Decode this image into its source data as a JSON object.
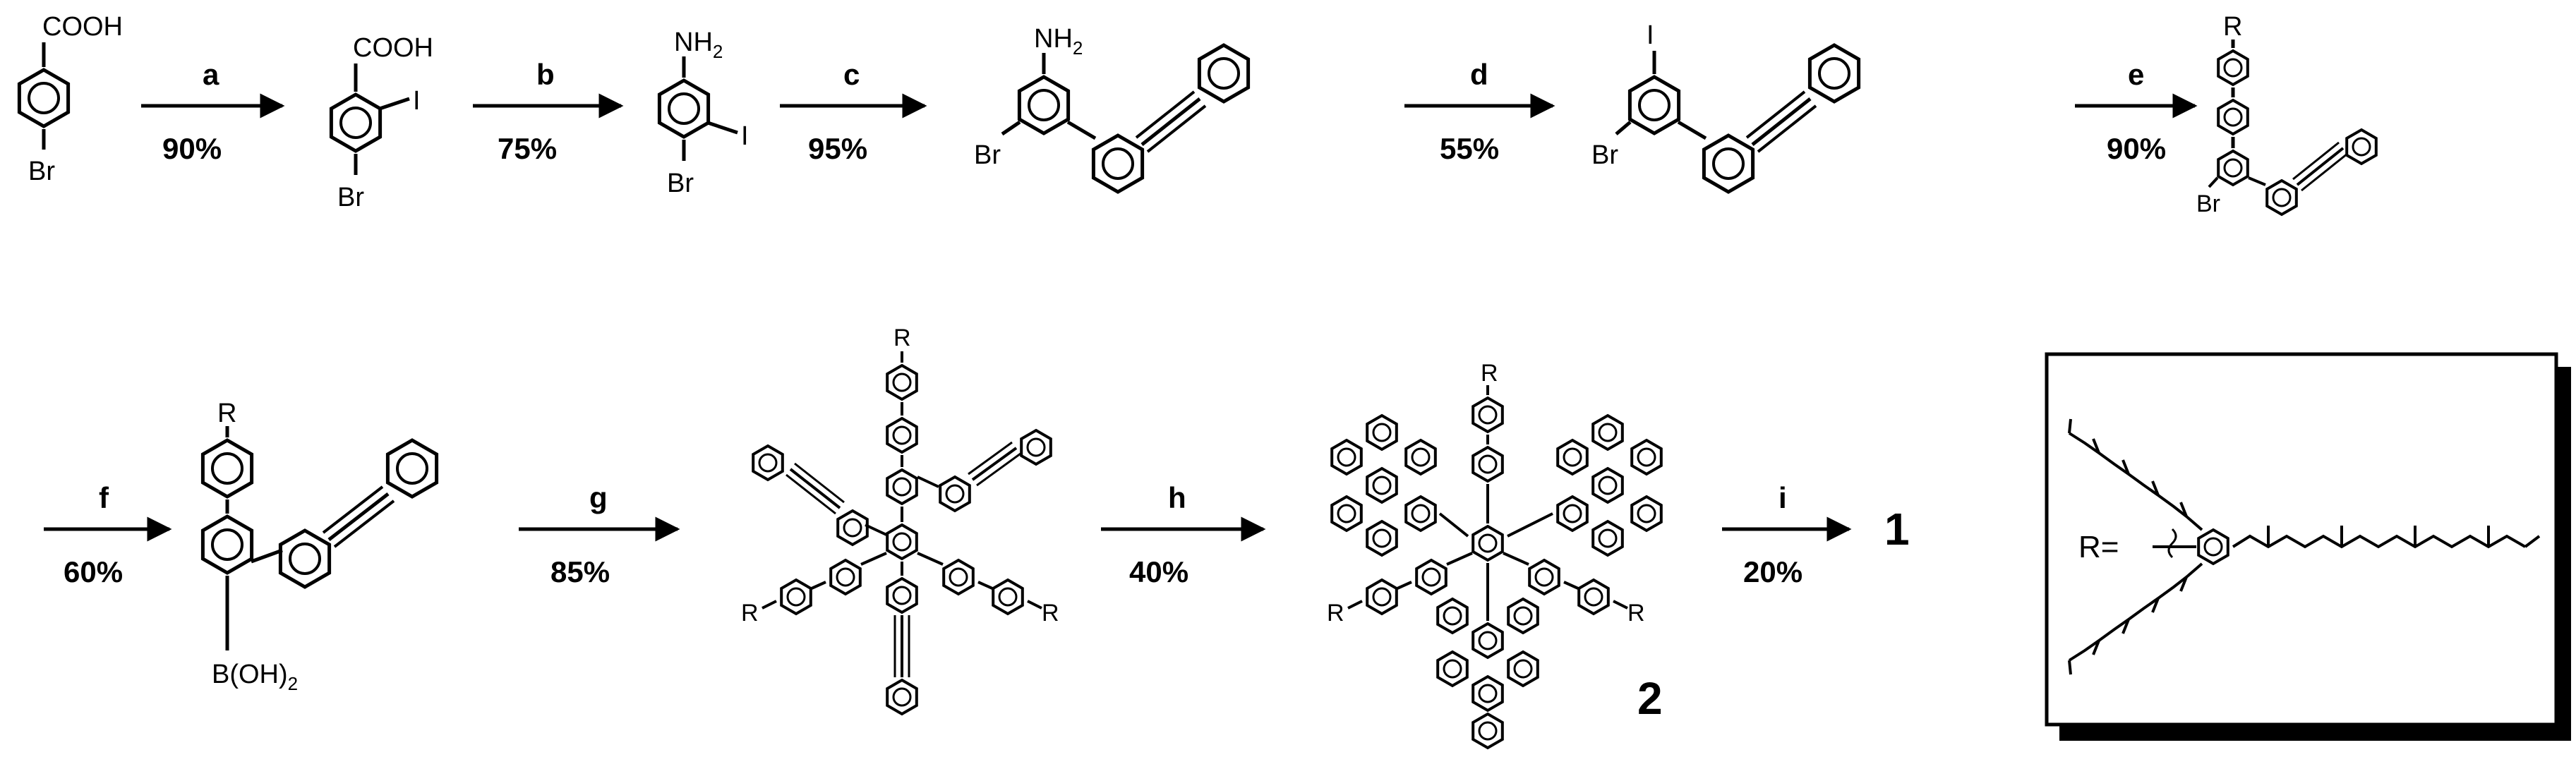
{
  "substituents": {
    "cooh": "COOH",
    "br": "Br",
    "i": "I",
    "nh2": "NH",
    "two": "2",
    "r": "R",
    "boh": "B(OH)",
    "r_eq": "R="
  },
  "steps": [
    {
      "reagent": "a",
      "yield": "90%"
    },
    {
      "reagent": "b",
      "yield": "75%"
    },
    {
      "reagent": "c",
      "yield": "95%"
    },
    {
      "reagent": "d",
      "yield": "55%"
    },
    {
      "reagent": "e",
      "yield": "90%"
    },
    {
      "reagent": "f",
      "yield": "60%"
    },
    {
      "reagent": "g",
      "yield": "85%"
    },
    {
      "reagent": "h",
      "yield": "40%"
    },
    {
      "reagent": "i",
      "yield": "20%"
    }
  ],
  "compounds": {
    "product": "1",
    "precursor": "2"
  }
}
